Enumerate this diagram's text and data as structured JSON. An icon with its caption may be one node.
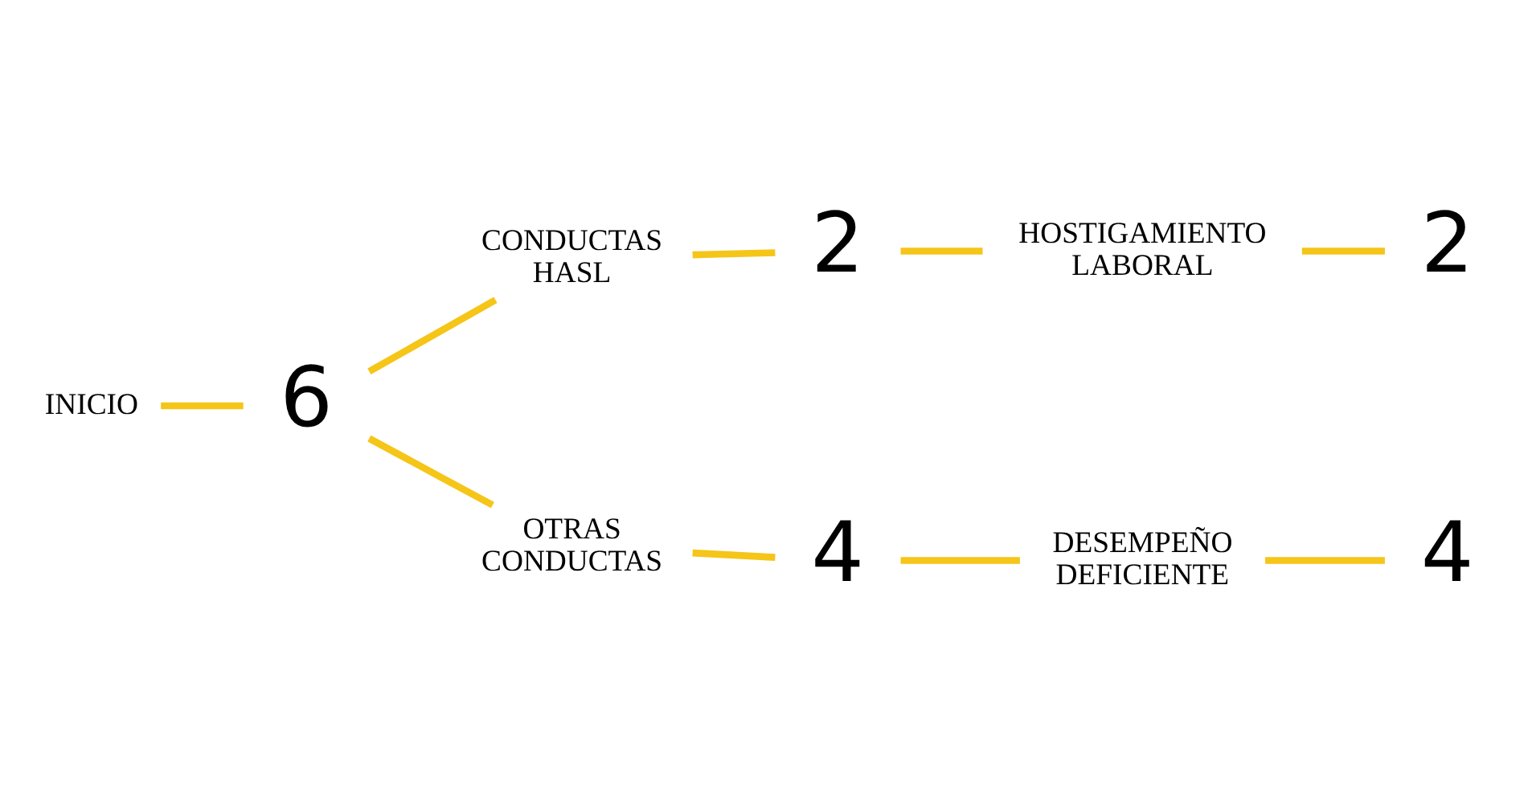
{
  "diagram": {
    "nodes": [
      {
        "text": [
          "INICIO"
        ]
      },
      {
        "text": [
          "6"
        ]
      },
      {
        "text": [
          "CONDUCTAS HASL"
        ]
      },
      {
        "text": [
          "2"
        ]
      },
      {
        "text": [
          "HOSTIGAMIENTO LABORAL"
        ]
      },
      {
        "text": [
          "2"
        ]
      },
      {
        "text": [
          "OTRAS CONDUCTAS"
        ]
      },
      {
        "text": [
          "4"
        ]
      },
      {
        "text": [
          "DESEMPEÑO DEFICIENTE"
        ]
      },
      {
        "text": [
          "4"
        ]
      }
    ],
    "edges": [
      {
        "from": 0,
        "to": 1,
        "arrow": "none"
      },
      {
        "from": 1,
        "to": 2,
        "arrow": "none"
      },
      {
        "from": 1,
        "to": 6,
        "arrow": "none"
      },
      {
        "from": 2,
        "to": 3,
        "arrow": "none"
      },
      {
        "from": 3,
        "to": 4,
        "arrow": "none"
      },
      {
        "from": 4,
        "to": 5,
        "arrow": "none"
      },
      {
        "from": 6,
        "to": 7,
        "arrow": "none"
      },
      {
        "from": 7,
        "to": 8,
        "arrow": "none"
      },
      {
        "from": 8,
        "to": 9,
        "arrow": "none"
      }
    ]
  }
}
